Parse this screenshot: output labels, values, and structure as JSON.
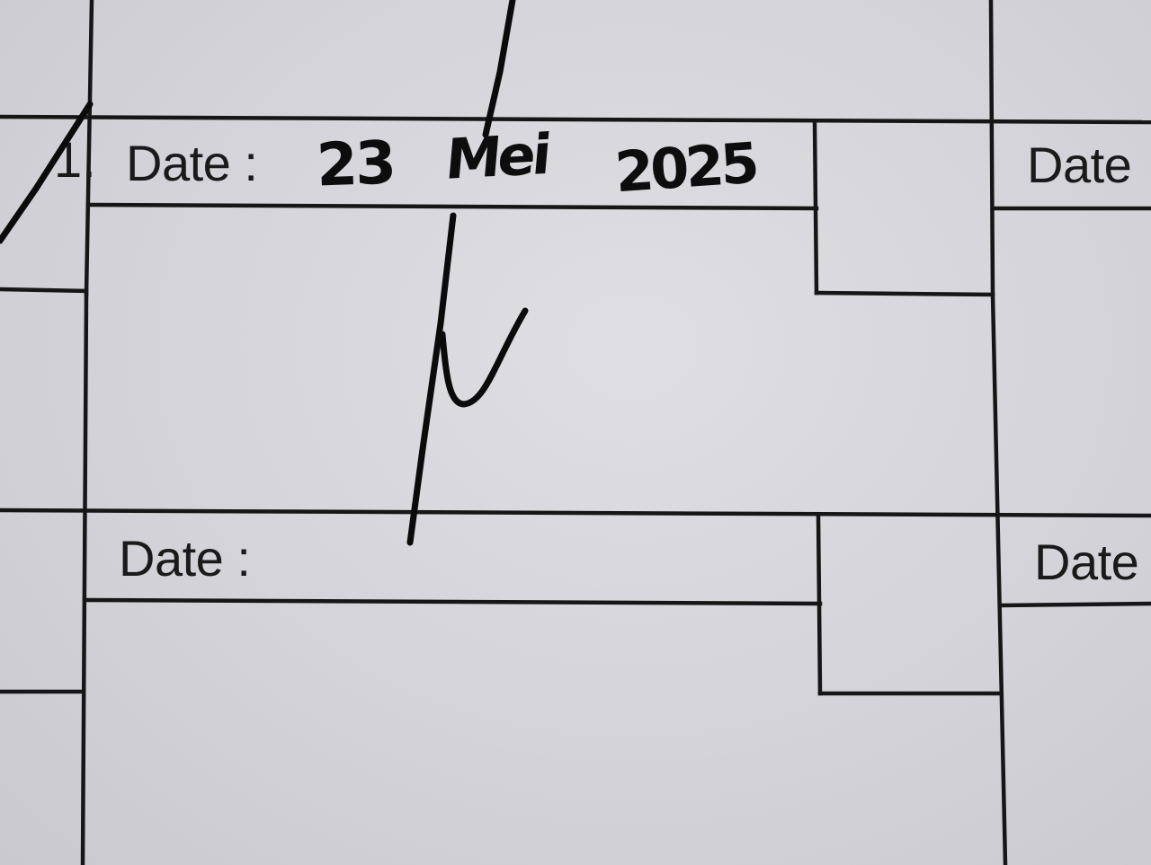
{
  "form": {
    "item_number": "1.",
    "rows": [
      {
        "date_label": "Date :",
        "handwritten": {
          "day": "23",
          "month": "Mei",
          "year": "2025"
        },
        "right_column_label": "Date"
      },
      {
        "date_label": "Date :",
        "right_column_label": "Date"
      }
    ]
  },
  "colors": {
    "paper": "#d6d6db",
    "ink": "#0d0d0d",
    "print": "#1a1a1a"
  }
}
